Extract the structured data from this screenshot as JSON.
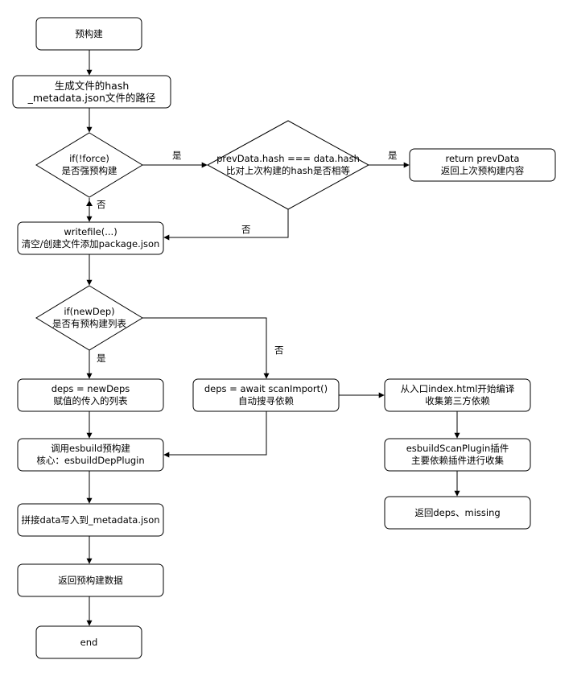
{
  "nodes": {
    "start": [
      "预构建"
    ],
    "gen_path": [
      "生成文件的hash",
      "_metadata.json文件的路径"
    ],
    "check_force": [
      "if(!force)",
      "是否强预构建"
    ],
    "check_hash": [
      "prevData.hash === data.hash",
      "比对上次构建的hash是否相等"
    ],
    "return_prev": [
      "return prevData",
      "返回上次预构建内容"
    ],
    "writefile": [
      "writefile(...)",
      "清空/创建文件添加package.json"
    ],
    "check_newdep": [
      "if(newDep)",
      "是否有预构建列表"
    ],
    "assign_deps": [
      "deps = newDeps",
      "赋值的传入的列表"
    ],
    "scan_import": [
      "deps = await scanImport()",
      "自动搜寻依赖"
    ],
    "from_entry": [
      "从入口index.html开始编译",
      "收集第三方依赖"
    ],
    "scan_plugin": [
      "esbuildScanPlugin插件",
      "主要依赖插件进行收集"
    ],
    "return_deps": [
      "返回deps、missing"
    ],
    "call_esbuild": [
      "调用esbuild预构建",
      "核心：esbuildDepPlugin"
    ],
    "write_meta": [
      "拼接data写入到_metadata.json"
    ],
    "return_data": [
      "返回预构建数据"
    ],
    "end": [
      "end"
    ]
  },
  "labels": {
    "yes": "是",
    "no": "否"
  }
}
